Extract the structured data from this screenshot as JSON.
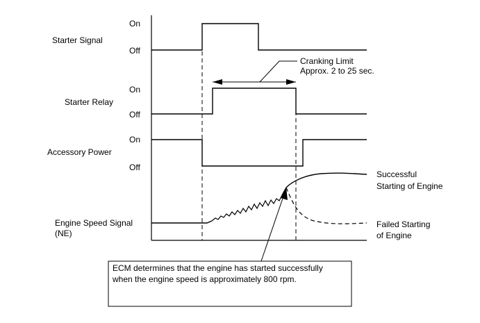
{
  "signals": {
    "starter_signal": {
      "name": "Starter Signal",
      "on_label": "On",
      "off_label": "Off"
    },
    "starter_relay": {
      "name": "Starter Relay",
      "on_label": "On",
      "off_label": "Off"
    },
    "accessory_power": {
      "name": "Accessory Power",
      "on_label": "On",
      "off_label": "Off"
    },
    "engine_speed": {
      "name_line1": "Engine Speed Signal",
      "name_line2": "(NE)"
    }
  },
  "annotations": {
    "cranking_limit_line1": "Cranking Limit",
    "cranking_limit_line2": "Approx. 2 to 25 sec.",
    "successful_line1": "Successful",
    "successful_line2": "Starting of Engine",
    "failed_line1": "Failed Starting",
    "failed_line2": "of Engine"
  },
  "callout": {
    "line1": "ECM determines that the engine has started successfully",
    "line2": "when the engine speed is approximately 800 rpm."
  }
}
